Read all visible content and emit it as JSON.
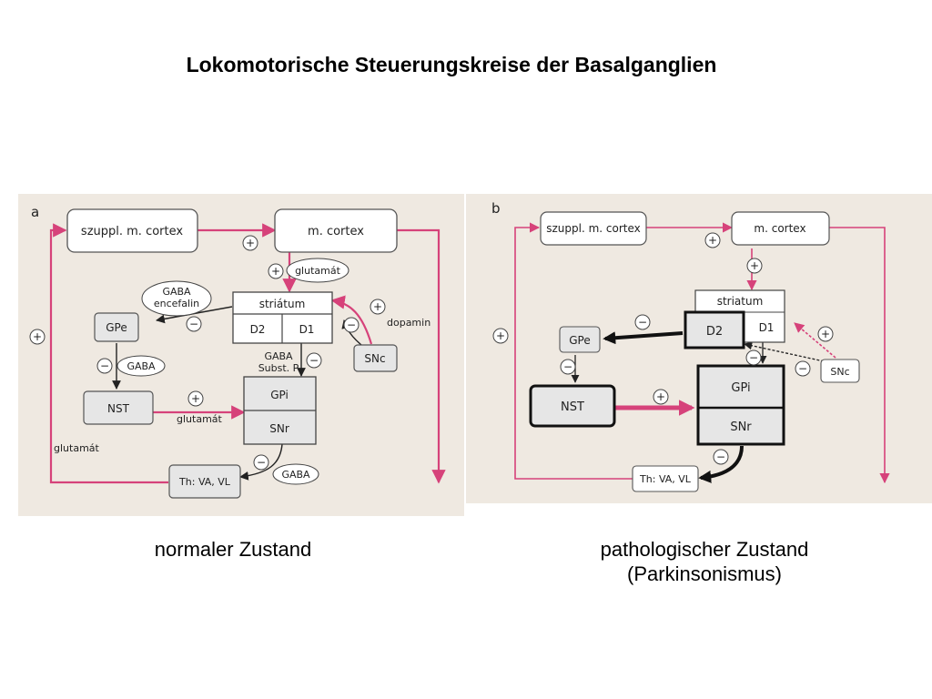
{
  "title": "Lokomotorische Steuerungskreise der Basalganglien",
  "colors": {
    "pathway": "#d6427a",
    "box_fill": "#e6e6e6",
    "stroke": "#333333",
    "background": "#efe9e1"
  },
  "panel_a": {
    "letter": "a",
    "nodes": {
      "suppl": "szuppl. m. cortex",
      "cortex": "m. cortex",
      "striatum": "striátum",
      "d2": "D2",
      "d1": "D1",
      "gpe": "GPe",
      "nst": "NST",
      "gpi": "GPi",
      "snr": "SNr",
      "snc": "SNc",
      "th": "Th: VA, VL"
    },
    "labels": {
      "glutamat_top": "glutamát",
      "gaba_enc_1": "GABA",
      "gaba_enc_2": "encefalin",
      "gaba_gpe": "GABA",
      "gaba_sp_1": "GABA",
      "gaba_sp_2": "Subst. P",
      "dopamin": "dopamin",
      "glutamat_nst": "glutamát",
      "glutamat_left": "glutamát",
      "gaba_th": "GABA"
    },
    "signs": {
      "plus": "+",
      "minus": "−"
    }
  },
  "panel_b": {
    "letter": "b",
    "nodes": {
      "suppl": "szuppl. m. cortex",
      "cortex": "m. cortex",
      "striatum": "striatum",
      "d2": "D2",
      "d1": "D1",
      "gpe": "GPe",
      "nst": "NST",
      "gpi": "GPi",
      "snr": "SNr",
      "snc": "SNc",
      "th": "Th: VA, VL"
    },
    "signs": {
      "plus": "+",
      "minus": "−"
    }
  },
  "captions": {
    "left": "normaler Zustand",
    "right_line1": "pathologischer Zustand",
    "right_line2": "(Parkinsonismus)"
  }
}
